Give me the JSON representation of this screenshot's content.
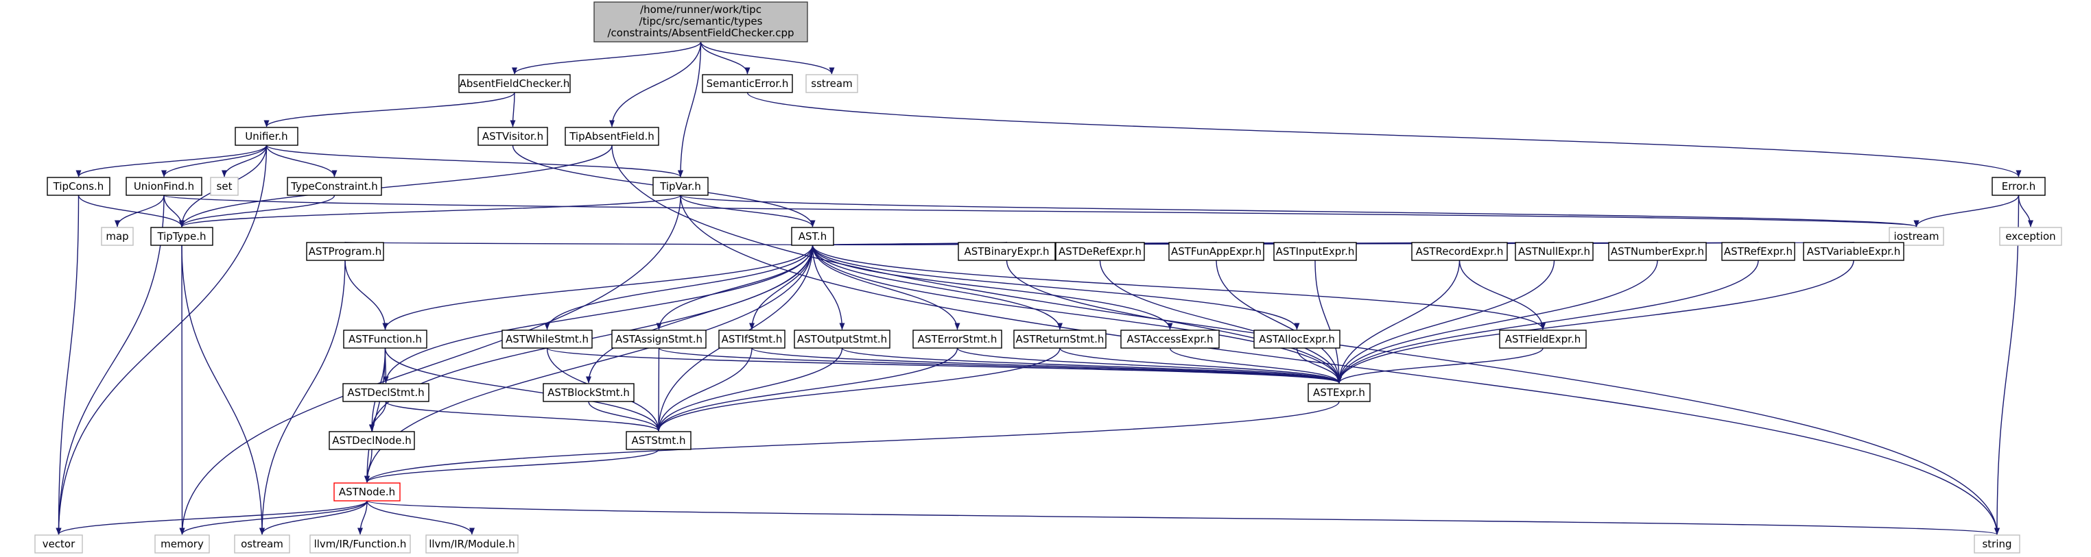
{
  "diagram": {
    "type": "include-dependency-graph",
    "colors": {
      "edge": "#191970",
      "root_fill": "#bfbfbf",
      "root_border": "#404040",
      "node_border": "#000000",
      "external_border": "#bfbfbf",
      "highlight_border": "#ff0000"
    },
    "root": {
      "label_lines": [
        "/home/runner/work/tipc",
        "/tipc/src/semantic/types",
        "/constraints/AbsentFieldChecker.cpp"
      ]
    },
    "nodes": {
      "absentfieldchecker_h": "AbsentFieldChecker.h",
      "semanticerror_h": "SemanticError.h",
      "sstream": "sstream",
      "unifier_h": "Unifier.h",
      "astvisitor_h": "ASTVisitor.h",
      "tipabsentfield_h": "TipAbsentField.h",
      "error_h": "Error.h",
      "tipcons_h": "TipCons.h",
      "unionfind_h": "UnionFind.h",
      "set": "set",
      "typeconstraint_h": "TypeConstraint.h",
      "tipvar_h": "TipVar.h",
      "iostream": "iostream",
      "exception": "exception",
      "map": "map",
      "tiptype_h": "TipType.h",
      "ast_h": "AST.h",
      "astprogram_h": "ASTProgram.h",
      "astbinaryexpr_h": "ASTBinaryExpr.h",
      "astderefexpr_h": "ASTDeRefExpr.h",
      "astfunappexpr_h": "ASTFunAppExpr.h",
      "astinputexpr_h": "ASTInputExpr.h",
      "astrecordexpr_h": "ASTRecordExpr.h",
      "astnullexpr_h": "ASTNullExpr.h",
      "astnumberexpr_h": "ASTNumberExpr.h",
      "astrefexpr_h": "ASTRefExpr.h",
      "astvariableexpr_h": "ASTVariableExpr.h",
      "astfunction_h": "ASTFunction.h",
      "astwhilestmt_h": "ASTWhileStmt.h",
      "astassignstmt_h": "ASTAssignStmt.h",
      "astifstmt_h": "ASTIfStmt.h",
      "astoutputstmt_h": "ASTOutputStmt.h",
      "asterrorstmt_h": "ASTErrorStmt.h",
      "astreturnstmt_h": "ASTReturnStmt.h",
      "astaccessexpr_h": "ASTAccessExpr.h",
      "astallocexpr_h": "ASTAllocExpr.h",
      "astfieldexpr_h": "ASTFieldExpr.h",
      "astdeclstmt_h": "ASTDeclStmt.h",
      "astblockstmt_h": "ASTBlockStmt.h",
      "astexpr_h": "ASTExpr.h",
      "astdeclnode_h": "ASTDeclNode.h",
      "aststmt_h": "ASTStmt.h",
      "astnode_h": "ASTNode.h",
      "vector": "vector",
      "memory": "memory",
      "ostream": "ostream",
      "llvm_function_h": "llvm/IR/Function.h",
      "llvm_module_h": "llvm/IR/Module.h",
      "string": "string"
    }
  }
}
